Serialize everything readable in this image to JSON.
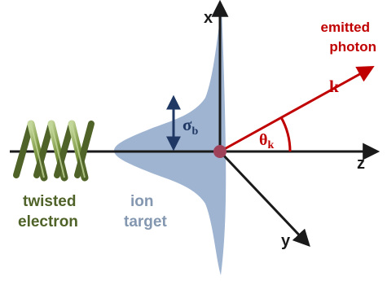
{
  "labels": {
    "axis_x": "x",
    "axis_y": "y",
    "axis_z": "z",
    "emitted_line1": "emitted",
    "emitted_line2": "photon",
    "k_vector": "k",
    "sigma": "σ",
    "sigma_sub": "b",
    "theta": "θ",
    "theta_sub": "k",
    "twisted_line1": "twisted",
    "twisted_line2": "electron",
    "ion_line1": "ion",
    "ion_line2": "target"
  },
  "colors": {
    "axis": "#1a1a1a",
    "photon": "#c00000",
    "electron_label": "#4f6228",
    "helix": "#6f8f3a",
    "helix_light": "#c4d79b",
    "ion_label": "#8497b0",
    "ion_fill": "#9fb4d1",
    "sigma_label": "#203864",
    "origin": "#a0415a"
  }
}
